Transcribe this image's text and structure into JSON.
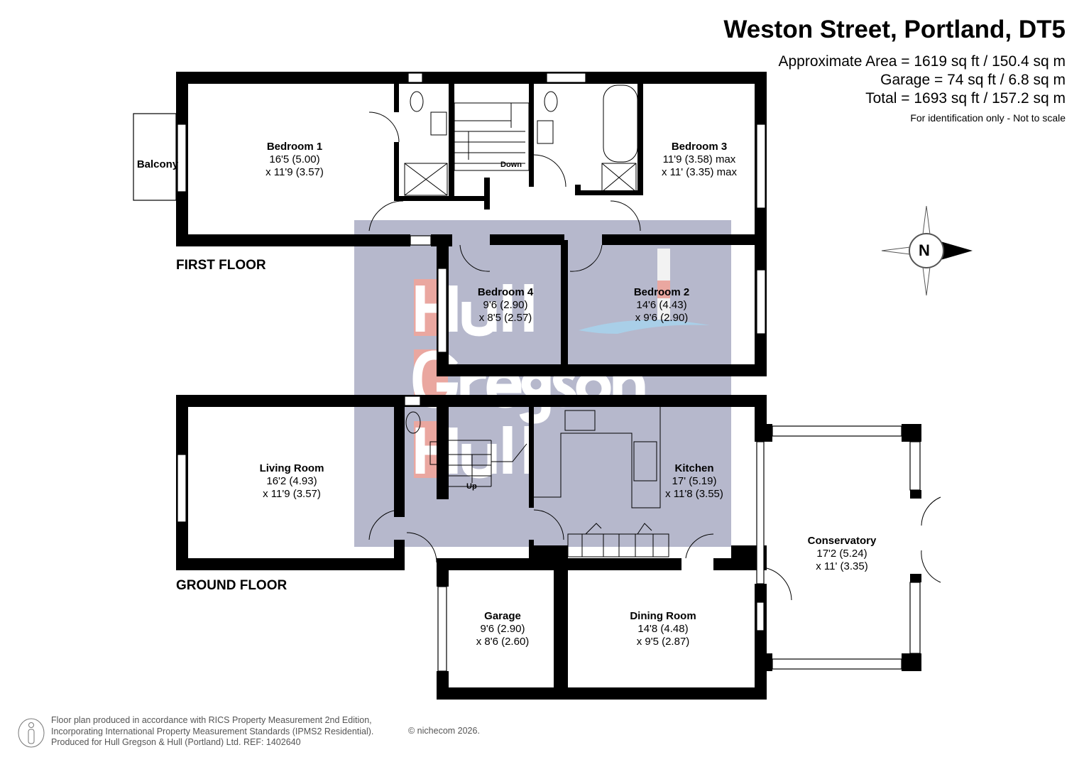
{
  "header": {
    "title": "Weston Street, Portland, DT5",
    "approx_area": "Approximate Area = 1619 sq ft / 150.4 sq m",
    "garage_area": "Garage = 74 sq ft / 6.8 sq m",
    "total_area": "Total = 1693 sq ft / 157.2 sq m",
    "disclaimer": "For identification only - Not to scale"
  },
  "floors": {
    "first": "FIRST FLOOR",
    "ground": "GROUND FLOOR"
  },
  "rooms": {
    "balcony": {
      "name": "Balcony"
    },
    "bedroom1": {
      "name": "Bedroom 1",
      "dim1": "16'5 (5.00)",
      "dim2": "x 11'9 (3.57)"
    },
    "bedroom3": {
      "name": "Bedroom 3",
      "dim1": "11'9 (3.58) max",
      "dim2": "x 11' (3.35) max"
    },
    "bedroom4": {
      "name": "Bedroom 4",
      "dim1": "9'6 (2.90)",
      "dim2": "x 8'5 (2.57)"
    },
    "bedroom2": {
      "name": "Bedroom 2",
      "dim1": "14'6 (4.43)",
      "dim2": "x 9'6 (2.90)"
    },
    "living": {
      "name": "Living Room",
      "dim1": "16'2 (4.93)",
      "dim2": "x 11'9 (3.57)"
    },
    "kitchen": {
      "name": "Kitchen",
      "dim1": "17' (5.19)",
      "dim2": "x 11'8 (3.55)"
    },
    "conservatory": {
      "name": "Conservatory",
      "dim1": "17'2 (5.24)",
      "dim2": "x 11' (3.35)"
    },
    "garage": {
      "name": "Garage",
      "dim1": "9'6 (2.90)",
      "dim2": "x 8'6 (2.60)"
    },
    "dining": {
      "name": "Dining Room",
      "dim1": "14'8 (4.48)",
      "dim2": "x 9'5 (2.87)"
    }
  },
  "stairs": {
    "down": "Down",
    "up": "Up"
  },
  "compass": {
    "label": "N",
    "icon": "compass-icon"
  },
  "watermark": {
    "text": [
      "Hull",
      "Gregson",
      "Hull"
    ],
    "colors": {
      "panel": "#b6b8cc",
      "letter_box": "#eaa7a0",
      "wave": "#a9cfe8"
    }
  },
  "footer": {
    "line1": "Floor plan produced in accordance with RICS Property Measurement 2nd Edition,",
    "line2": "Incorporating International Property Measurement Standards (IPMS2 Residential).",
    "line3": "Produced for Hull Gregson & Hull (Portland) Ltd.   REF: 1402640",
    "copyright": "© nichecom 2026."
  }
}
